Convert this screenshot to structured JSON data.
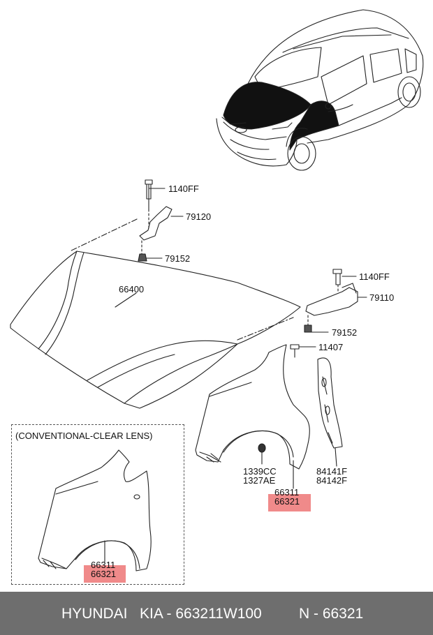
{
  "diagram": {
    "inset_title": "(CONVENTIONAL-CLEAR LENS)",
    "callouts": {
      "hinge_left_bolt": "1140FF",
      "hinge_left": "79120",
      "hinge_left_nut": "79152",
      "hood": "66400",
      "hinge_right_bolt": "1140FF",
      "hinge_right": "79110",
      "hinge_right_nut": "79152",
      "fender_bolt": "11407",
      "fender_clip_a": "1339CC",
      "fender_clip_b": "1327AE",
      "fender_main_a": "66311",
      "fender_main_b": "66321",
      "fender_liner_a": "84141F",
      "fender_liner_b": "84142F",
      "inset_fender_a": "66311",
      "inset_fender_b": "66321"
    },
    "highlight_color": "#f08a8a"
  },
  "footer": {
    "brand": "HYUNDAI",
    "make": "KIA - 663211W100",
    "part": "N - 66321",
    "background": "#6e6e6e"
  }
}
